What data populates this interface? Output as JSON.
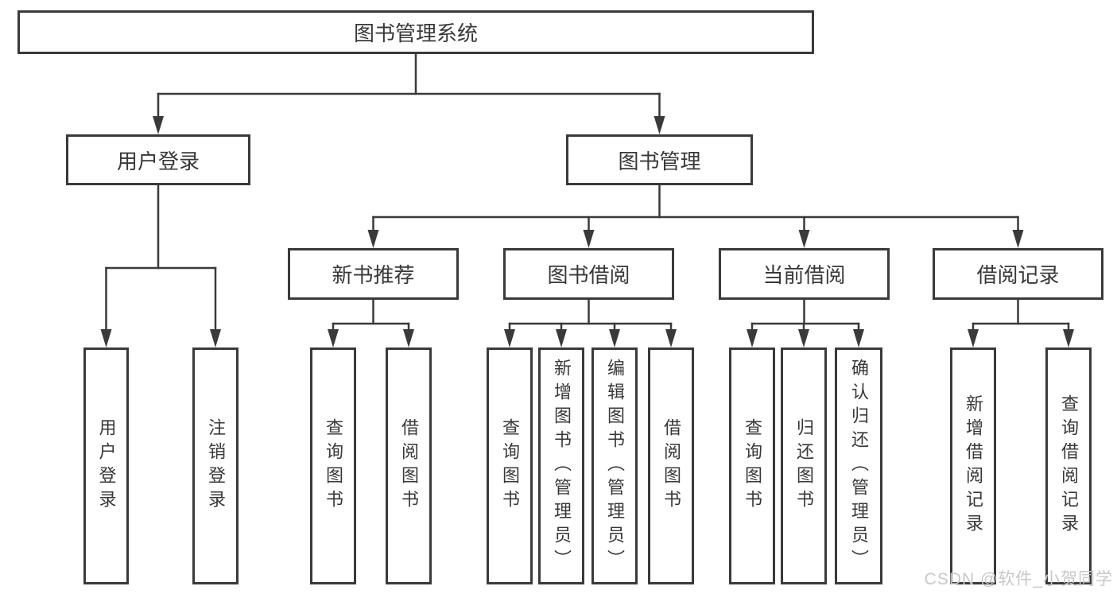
{
  "colors": {
    "line": "#3a3a3a",
    "text": "#383838",
    "background": "#ffffff",
    "watermark": "#c8c8c8"
  },
  "watermark": {
    "text": "CSDN @软件_小贺同学"
  },
  "nodes": {
    "root": {
      "label": "图书管理系统"
    },
    "user_login": {
      "label": "用户登录"
    },
    "book_mgmt": {
      "label": "图书管理"
    },
    "new_book_rec": {
      "label": "新书推荐"
    },
    "book_borrow": {
      "label": "图书借阅"
    },
    "current_borrow": {
      "label": "当前借阅"
    },
    "borrow_record": {
      "label": "借阅记录"
    },
    "leaf_user_login": {
      "label": "用户登录"
    },
    "leaf_logout": {
      "label": "注销登录"
    },
    "leaf_rec_query": {
      "label": "查询图书"
    },
    "leaf_rec_borrow": {
      "label": "借阅图书"
    },
    "leaf_bb_query": {
      "label": "查询图书"
    },
    "leaf_bb_add": {
      "label": "新增图书（管理员）"
    },
    "leaf_bb_edit": {
      "label": "编辑图书（管理员）"
    },
    "leaf_bb_borrow": {
      "label": "借阅图书"
    },
    "leaf_cb_query": {
      "label": "查询图书"
    },
    "leaf_cb_return": {
      "label": "归还图书"
    },
    "leaf_cb_confirm": {
      "label": "确认归还（管理员）"
    },
    "leaf_br_add": {
      "label": "新增借阅记录"
    },
    "leaf_br_query": {
      "label": "查询借阅记录"
    }
  },
  "structure": [
    {
      "parent": "图书管理系统",
      "children": [
        "用户登录",
        "图书管理"
      ]
    },
    {
      "parent": "用户登录",
      "children": [
        "用户登录",
        "注销登录"
      ]
    },
    {
      "parent": "图书管理",
      "children": [
        "新书推荐",
        "图书借阅",
        "当前借阅",
        "借阅记录"
      ]
    },
    {
      "parent": "新书推荐",
      "children": [
        "查询图书",
        "借阅图书"
      ]
    },
    {
      "parent": "图书借阅",
      "children": [
        "查询图书",
        "新增图书（管理员）",
        "编辑图书（管理员）",
        "借阅图书"
      ]
    },
    {
      "parent": "当前借阅",
      "children": [
        "查询图书",
        "归还图书",
        "确认归还（管理员）"
      ]
    },
    {
      "parent": "借阅记录",
      "children": [
        "新增借阅记录",
        "查询借阅记录"
      ]
    }
  ]
}
